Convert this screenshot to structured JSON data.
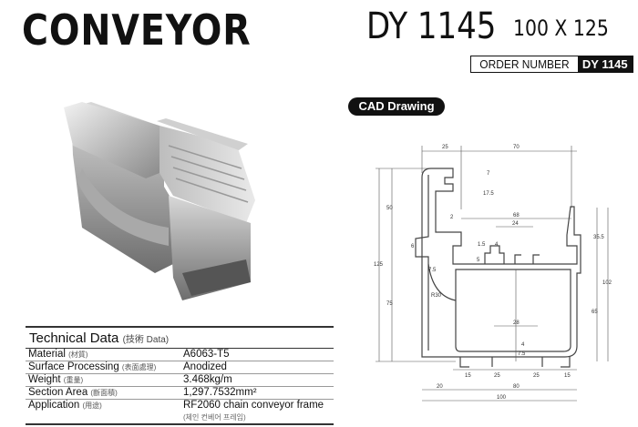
{
  "header": {
    "title": "CONVEYOR",
    "model": "DY 1145",
    "dimensions": "100 X 125",
    "order_label": "ORDER NUMBER",
    "order_number": "DY 1145"
  },
  "cad": {
    "label": "CAD Drawing",
    "dims": {
      "d25a": "25",
      "d70": "70",
      "d7": "7",
      "d17_5": "17.5",
      "d50": "50",
      "d125": "125",
      "d75": "75",
      "d2": "2",
      "d68": "68",
      "d24": "24",
      "d6": "6",
      "d1_5": "1.5",
      "d4a": "4",
      "d5": "5",
      "d7_5a": "7.5",
      "d35_5": "35.5",
      "d102": "102",
      "d65": "65",
      "dR30": "R30",
      "d28": "28",
      "d4b": "4",
      "d7_5b": "7.5",
      "d15a": "15",
      "d25b": "25",
      "d25c": "25",
      "d15b": "15",
      "d20": "20",
      "d80": "80",
      "d100": "100"
    }
  },
  "technical": {
    "title": "Technical Data",
    "title_sub": "(技術 Data)",
    "rows": [
      {
        "key": "Material",
        "key_sub": "(材質)",
        "value": "A6063-T5"
      },
      {
        "key": "Surface Processing",
        "key_sub": "(表面處理)",
        "value": "Anodized"
      },
      {
        "key": "Weight",
        "key_sub": "(重量)",
        "value": "3.468kg/m"
      },
      {
        "key": "Section Area",
        "key_sub": "(斷面積)",
        "value": "1,297.7532mm²"
      },
      {
        "key": "Application",
        "key_sub": "(用途)",
        "value": "RF2060 chain conveyor frame",
        "value_sub": "(체인 컨베어 프레임)"
      }
    ]
  }
}
